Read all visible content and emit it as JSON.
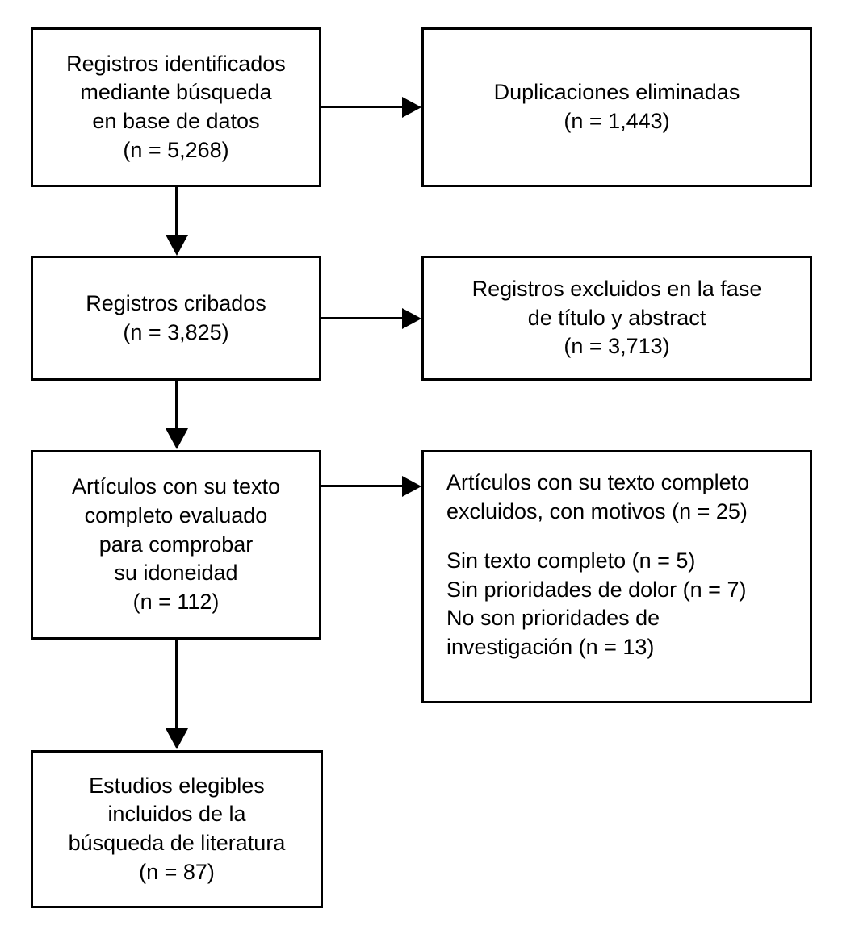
{
  "diagram": {
    "type": "prisma-flow-diagram",
    "language": "es",
    "colors": {
      "background": "#ffffff",
      "box_border": "#000000",
      "text": "#000000",
      "connector": "#000000"
    },
    "nodes": {
      "identified": {
        "lines": [
          "Registros identificados",
          "mediante búsqueda",
          "en base de datos",
          "(n = 5,268)"
        ],
        "count": "5,268"
      },
      "duplicates": {
        "lines": [
          "Duplicaciones eliminadas",
          "(n = 1,443)"
        ],
        "count": "1,443"
      },
      "screened": {
        "lines": [
          "Registros cribados",
          "(n = 3,825)"
        ],
        "count": "3,825"
      },
      "excluded_title_abstract": {
        "lines": [
          "Registros excluidos en la fase",
          "de título y abstract",
          "(n = 3,713)"
        ],
        "count": "3,713"
      },
      "fulltext_assessed": {
        "lines": [
          "Artículos con su texto",
          "completo evaluado",
          "para comprobar",
          "su idoneidad",
          "(n = 112)"
        ],
        "count": "112"
      },
      "fulltext_excluded": {
        "lines": [
          "Artículos con su texto completo",
          "excluidos, con motivos (n = 25)",
          "",
          "Sin texto completo (n = 5)",
          "Sin prioridades de dolor (n = 7)",
          "No son prioridades de",
          "investigación (n = 13)"
        ],
        "count": "25",
        "reasons": [
          {
            "label": "Sin texto completo",
            "count": "5"
          },
          {
            "label": "Sin prioridades de dolor",
            "count": "7"
          },
          {
            "label": "No son prioridades de investigación",
            "count": "13"
          }
        ]
      },
      "included": {
        "lines": [
          "Estudios elegibles",
          "incluidos de la",
          "búsqueda de literatura",
          "(n = 87)"
        ],
        "count": "87"
      }
    },
    "connectors": [
      {
        "name": "identified-to-duplicates",
        "direction": "right"
      },
      {
        "name": "identified-to-screened",
        "direction": "down"
      },
      {
        "name": "screened-to-excluded",
        "direction": "right"
      },
      {
        "name": "screened-to-fulltext",
        "direction": "down"
      },
      {
        "name": "fulltext-to-excluded",
        "direction": "right"
      },
      {
        "name": "fulltext-to-included",
        "direction": "down"
      }
    ]
  }
}
